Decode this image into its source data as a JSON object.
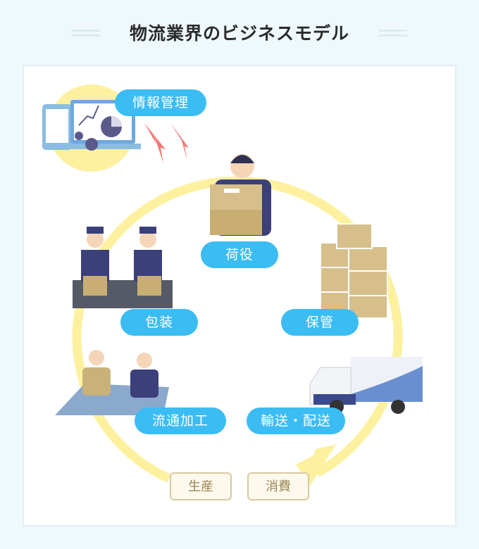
{
  "title": "物流業界のビジネスモデル",
  "colors": {
    "pill": "#3bbcf3",
    "ring": "#fdf1a0",
    "tag_border": "#d8c9a0",
    "tag_text": "#9a8352"
  },
  "labels": {
    "info": "情報管理",
    "cargo": "荷役",
    "storage": "保管",
    "packing": "包装",
    "processing": "流通加工",
    "transport": "輸送・配送",
    "production": "生産",
    "consumption": "消費"
  }
}
